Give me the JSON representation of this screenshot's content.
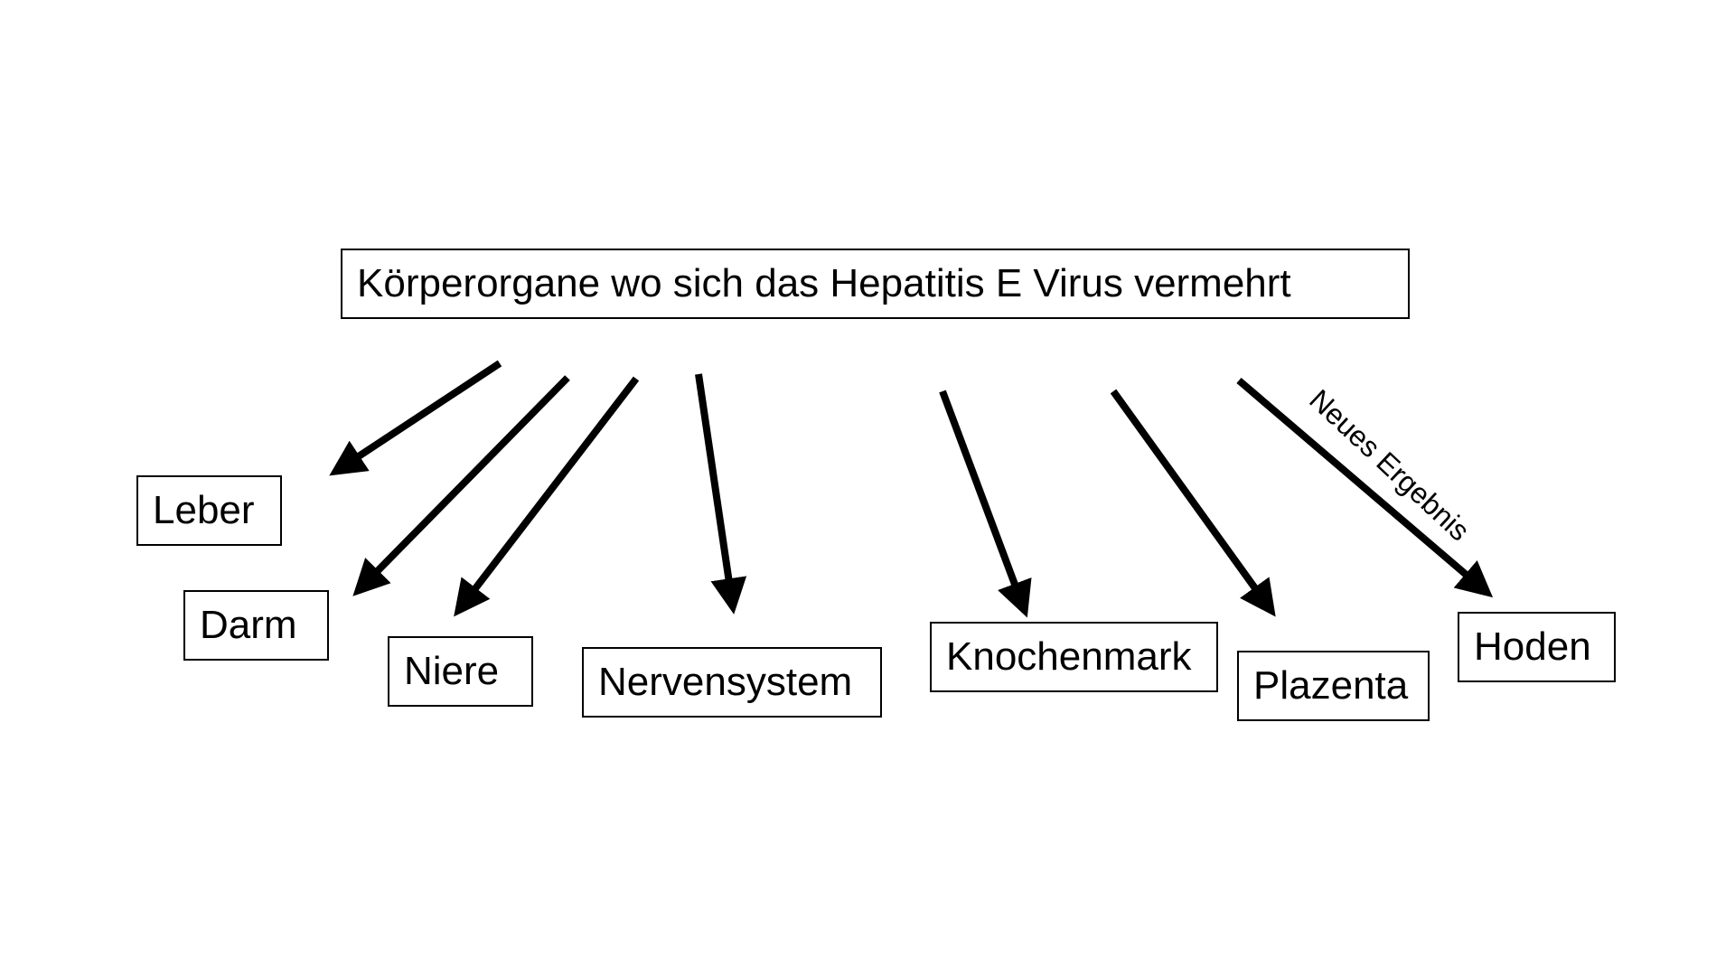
{
  "diagram": {
    "root": {
      "label": "Körperorgane wo sich das Hepatitis E Virus vermehrt"
    },
    "nodes": [
      {
        "id": "leber",
        "label": "Leber"
      },
      {
        "id": "darm",
        "label": "Darm"
      },
      {
        "id": "niere",
        "label": "Niere"
      },
      {
        "id": "nervensystem",
        "label": "Nervensystem"
      },
      {
        "id": "knochenmark",
        "label": "Knochenmark"
      },
      {
        "id": "plazenta",
        "label": "Plazenta"
      },
      {
        "id": "hoden",
        "label": "Hoden"
      }
    ],
    "edges": [
      {
        "from": "root",
        "to": "leber",
        "label": ""
      },
      {
        "from": "root",
        "to": "darm",
        "label": ""
      },
      {
        "from": "root",
        "to": "niere",
        "label": ""
      },
      {
        "from": "root",
        "to": "nervensystem",
        "label": ""
      },
      {
        "from": "root",
        "to": "knochenmark",
        "label": ""
      },
      {
        "from": "root",
        "to": "plazenta",
        "label": ""
      },
      {
        "from": "root",
        "to": "hoden",
        "label": "Neues Ergebnis"
      }
    ],
    "colors": {
      "stroke": "#000000",
      "background": "#ffffff"
    }
  }
}
